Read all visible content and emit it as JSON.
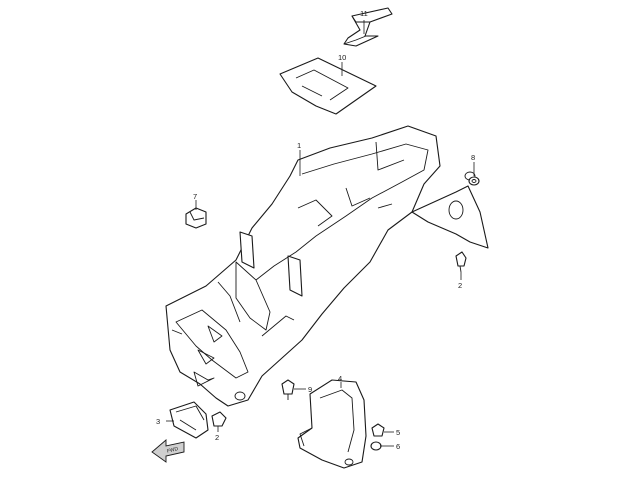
{
  "callouts": {
    "c1": "1",
    "c2a": "2",
    "c2b": "2",
    "c3": "3",
    "c4": "4",
    "c5": "5",
    "c6": "6",
    "c7": "7",
    "c8": "8",
    "c9": "9",
    "c10": "10",
    "c11": "11"
  },
  "front_arrow": {
    "label": "FWD"
  }
}
